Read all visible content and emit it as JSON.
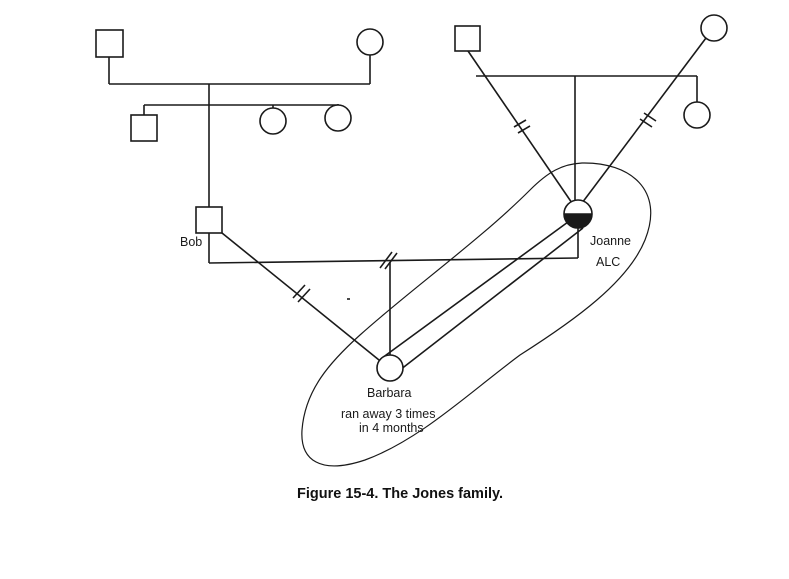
{
  "people": {
    "bob": "Bob",
    "joanne": "Joanne",
    "joanne_note": "ALC",
    "barbara": "Barbara",
    "barbara_note_line1": "ran away 3 times",
    "barbara_note_line2": "in 4 months"
  },
  "caption": "Figure 15-4. The Jones family.",
  "colors": {
    "ink": "#1a1a1a",
    "background": "#ffffff"
  }
}
